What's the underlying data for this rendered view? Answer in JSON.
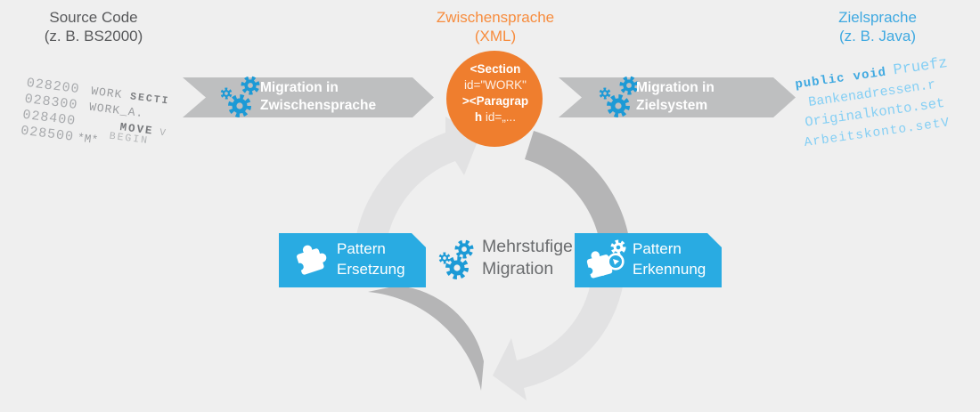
{
  "colors": {
    "background": "#efefef",
    "orange_circle": "#ef7e2e",
    "orange_heading": "#f78c3d",
    "blue_box": "#29abe2",
    "blue_heading": "#3fa9e1",
    "gear_blue": "#1c9ad6",
    "code_blue_light": "#85cff4",
    "code_blue_bold": "#3fa9e1",
    "banner_gray": "#bebfc0",
    "arc_light": "#e2e2e3",
    "arc_dark": "#b5b5b6",
    "text_dark": "#58595b",
    "text_gray": "#6a6c6e",
    "code_gray": "#a8aaad"
  },
  "headings": {
    "source": {
      "line1": "Source Code",
      "line2": "(z. B. BS2000)"
    },
    "intermediate": {
      "line1": "Zwischensprache",
      "line2": "(XML)"
    },
    "target": {
      "line1": "Zielsprache",
      "line2": "(z. B. Java)"
    }
  },
  "source_code": {
    "lines": [
      {
        "num": "028200",
        "a": "WORK",
        "b": "SECTI"
      },
      {
        "num": "028300",
        "a": "WORK_A.",
        "b": ""
      },
      {
        "num": "028400",
        "a": "MOVE",
        "b": "V"
      },
      {
        "num": "028500",
        "a": "*M*",
        "b": "BEGIN"
      }
    ]
  },
  "xml_circle": {
    "line1": "<Section",
    "line2": "id=\"WORK\"",
    "line3": "><Paragrap",
    "line4_bold": "h",
    "line4_rest": " id=„..."
  },
  "target_code": {
    "line1_bold": "public void",
    "line1_rest": "Pruefz",
    "line2": "Bankenadressen.r",
    "line3": "Originalkonto.set",
    "line4": "Arbeitskonto.setV"
  },
  "process_arrows": {
    "to_intermediate": {
      "line1": "Migration in",
      "line2": "Zwischensprache"
    },
    "to_target": {
      "line1": "Migration in",
      "line2": "Zielsystem"
    }
  },
  "cycle": {
    "center_label": {
      "line1": "Mehrstufige",
      "line2": "Migration"
    },
    "pattern_replacement_box": {
      "line1": "Pattern",
      "line2": "Ersetzung"
    },
    "pattern_recognition_box": {
      "line1": "Pattern",
      "line2": "Erkennung"
    }
  }
}
